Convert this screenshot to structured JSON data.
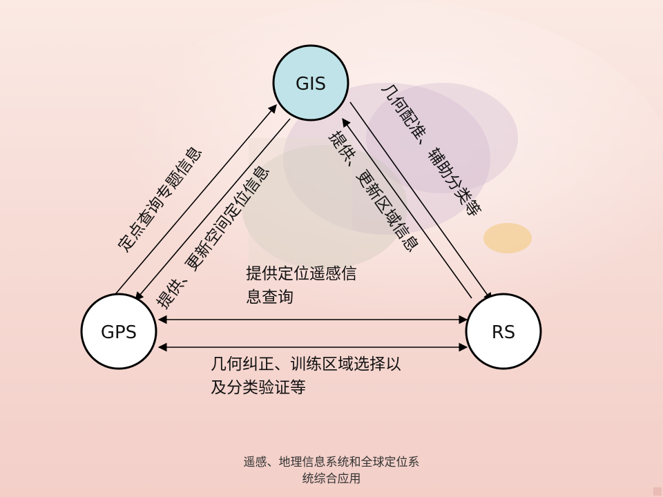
{
  "nodes": {
    "gis": {
      "label": "GIS",
      "color": "#bfe3e8"
    },
    "gps": {
      "label": "GPS",
      "color": "#ffffff"
    },
    "rs": {
      "label": "RS",
      "color": "#ffffff"
    }
  },
  "edges": {
    "gps_to_gis": "定点查询专题信息",
    "gis_to_gps": "提供、更新空间定位信息",
    "gis_to_rs": "提供、更新区域信息",
    "rs_to_gis": "几何配准、辅助分类等",
    "gps_rs_top": [
      "提供定位遥感信",
      "息查询"
    ],
    "gps_rs_bottom": [
      "几何纠正、训练区域选择以",
      "及分类验证等"
    ]
  },
  "footer": [
    "遥感、地理信息系统和全球定位系",
    "统综合应用"
  ],
  "colors": {
    "background": "#f7dcd6",
    "gis_fill": "#bfe3e8",
    "stroke": "#000000"
  }
}
